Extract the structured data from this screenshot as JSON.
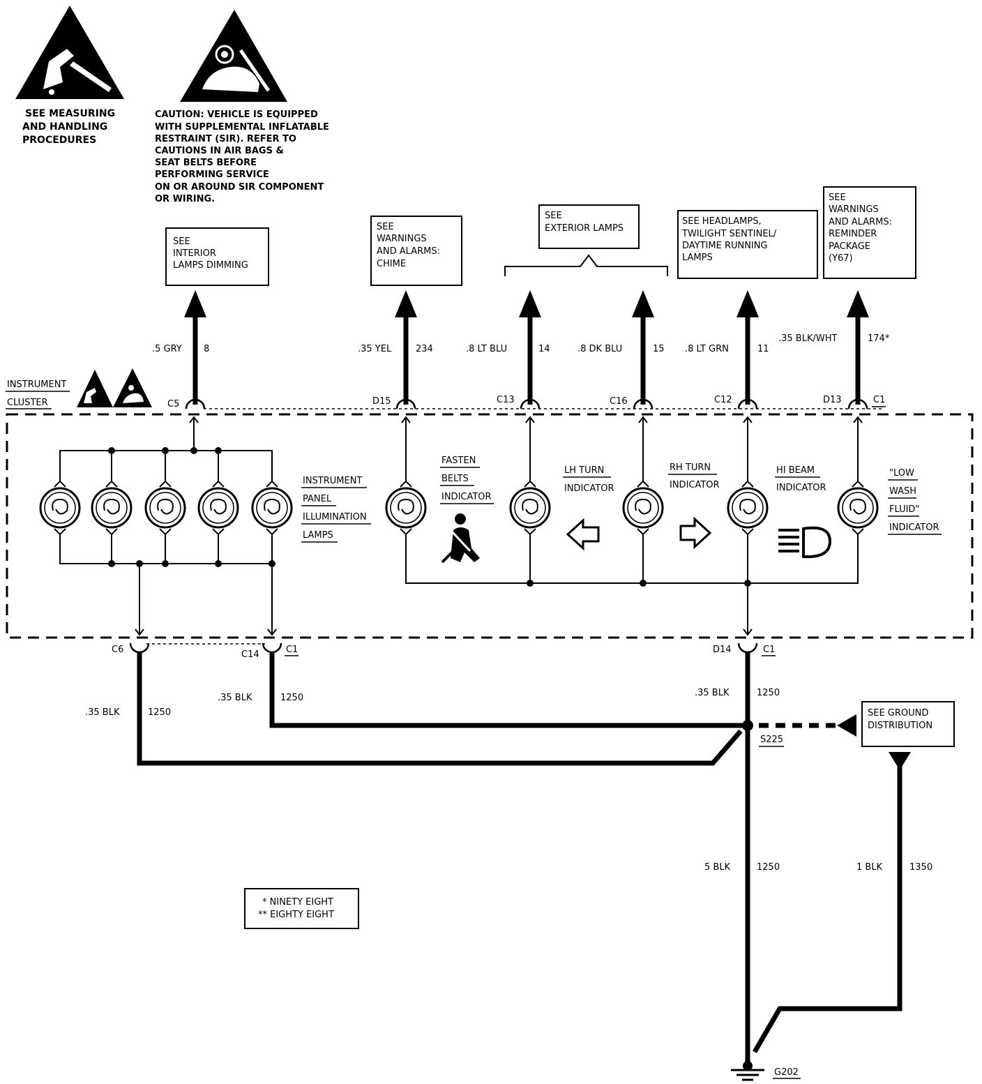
{
  "warnings": {
    "esd_note": [
      "SEE MEASURING",
      "AND HANDLING",
      "PROCEDURES"
    ],
    "sir_caution": [
      "CAUTION: VEHICLE IS EQUIPPED",
      "WITH SUPPLEMENTAL INFLATABLE",
      "RESTRAINT (SIR). REFER TO",
      "CAUTIONS IN AIR BAGS &",
      "SEAT BELTS BEFORE",
      "PERFORMING SERVICE",
      "ON OR AROUND SIR COMPONENT",
      "OR WIRING."
    ]
  },
  "reference_boxes": {
    "interior_dimming": [
      "SEE",
      "INTERIOR",
      "LAMPS DIMMING"
    ],
    "chime": [
      "SEE",
      "WARNINGS",
      "AND ALARMS:",
      "CHIME"
    ],
    "exterior_lamps": [
      "SEE",
      "EXTERIOR LAMPS"
    ],
    "headlamps": [
      "SEE HEADLAMPS,",
      "TWILIGHT SENTINEL/",
      "DAYTIME RUNNING",
      "LAMPS"
    ],
    "reminder": [
      "SEE",
      "WARNINGS",
      "AND ALARMS:",
      "REMINDER",
      "PACKAGE",
      "(Y67)"
    ],
    "ground_distribution": [
      "SEE GROUND",
      "DISTRIBUTION"
    ]
  },
  "wires": {
    "gry": {
      "label": ".5 GRY",
      "circuit": "8"
    },
    "yel": {
      "label": ".35 YEL",
      "circuit": "234"
    },
    "ltblu": {
      "label": ".8 LT BLU",
      "circuit": "14"
    },
    "dkblu": {
      "label": ".8 DK BLU",
      "circuit": "15"
    },
    "ltgrn": {
      "label": ".8 LT GRN",
      "circuit": "11"
    },
    "blkwht": {
      "label": ".35 BLK/WHT",
      "circuit": "174*"
    },
    "blk_c6": {
      "label": ".35 BLK",
      "circuit": "1250"
    },
    "blk_c14": {
      "label": ".35 BLK",
      "circuit": "1250"
    },
    "blk_d14": {
      "label": ".35 BLK",
      "circuit": "1250"
    },
    "blk_main": {
      "label": "5 BLK",
      "circuit": "1250"
    },
    "blk_gnd": {
      "label": "1 BLK",
      "circuit": "1350"
    }
  },
  "connectors": {
    "c5": "C5",
    "d15": "D15",
    "c13": "C13",
    "c16": "C16",
    "c12": "C12",
    "d13": "D13",
    "c1_top": "C1",
    "c6": "C6",
    "c14": "C14",
    "c1_bl": "C1",
    "d14": "D14",
    "c1_br": "C1"
  },
  "splice": "S225",
  "ground": "G202",
  "cluster_label": [
    "INSTRUMENT",
    "CLUSTER"
  ],
  "indicators": {
    "panel_lamps": [
      "INSTRUMENT",
      "PANEL",
      "ILLUMINATION",
      "LAMPS"
    ],
    "fasten_belts": [
      "FASTEN",
      "BELTS",
      "INDICATOR"
    ],
    "lh_turn": [
      "LH TURN",
      "INDICATOR"
    ],
    "rh_turn": [
      "RH TURN",
      "INDICATOR"
    ],
    "hi_beam": [
      "HI BEAM",
      "INDICATOR"
    ],
    "low_wash": [
      "\"LOW",
      "WASH",
      "FLUID\"",
      "INDICATOR"
    ]
  },
  "legend": [
    "* NINETY EIGHT",
    "** EIGHTY EIGHT"
  ]
}
